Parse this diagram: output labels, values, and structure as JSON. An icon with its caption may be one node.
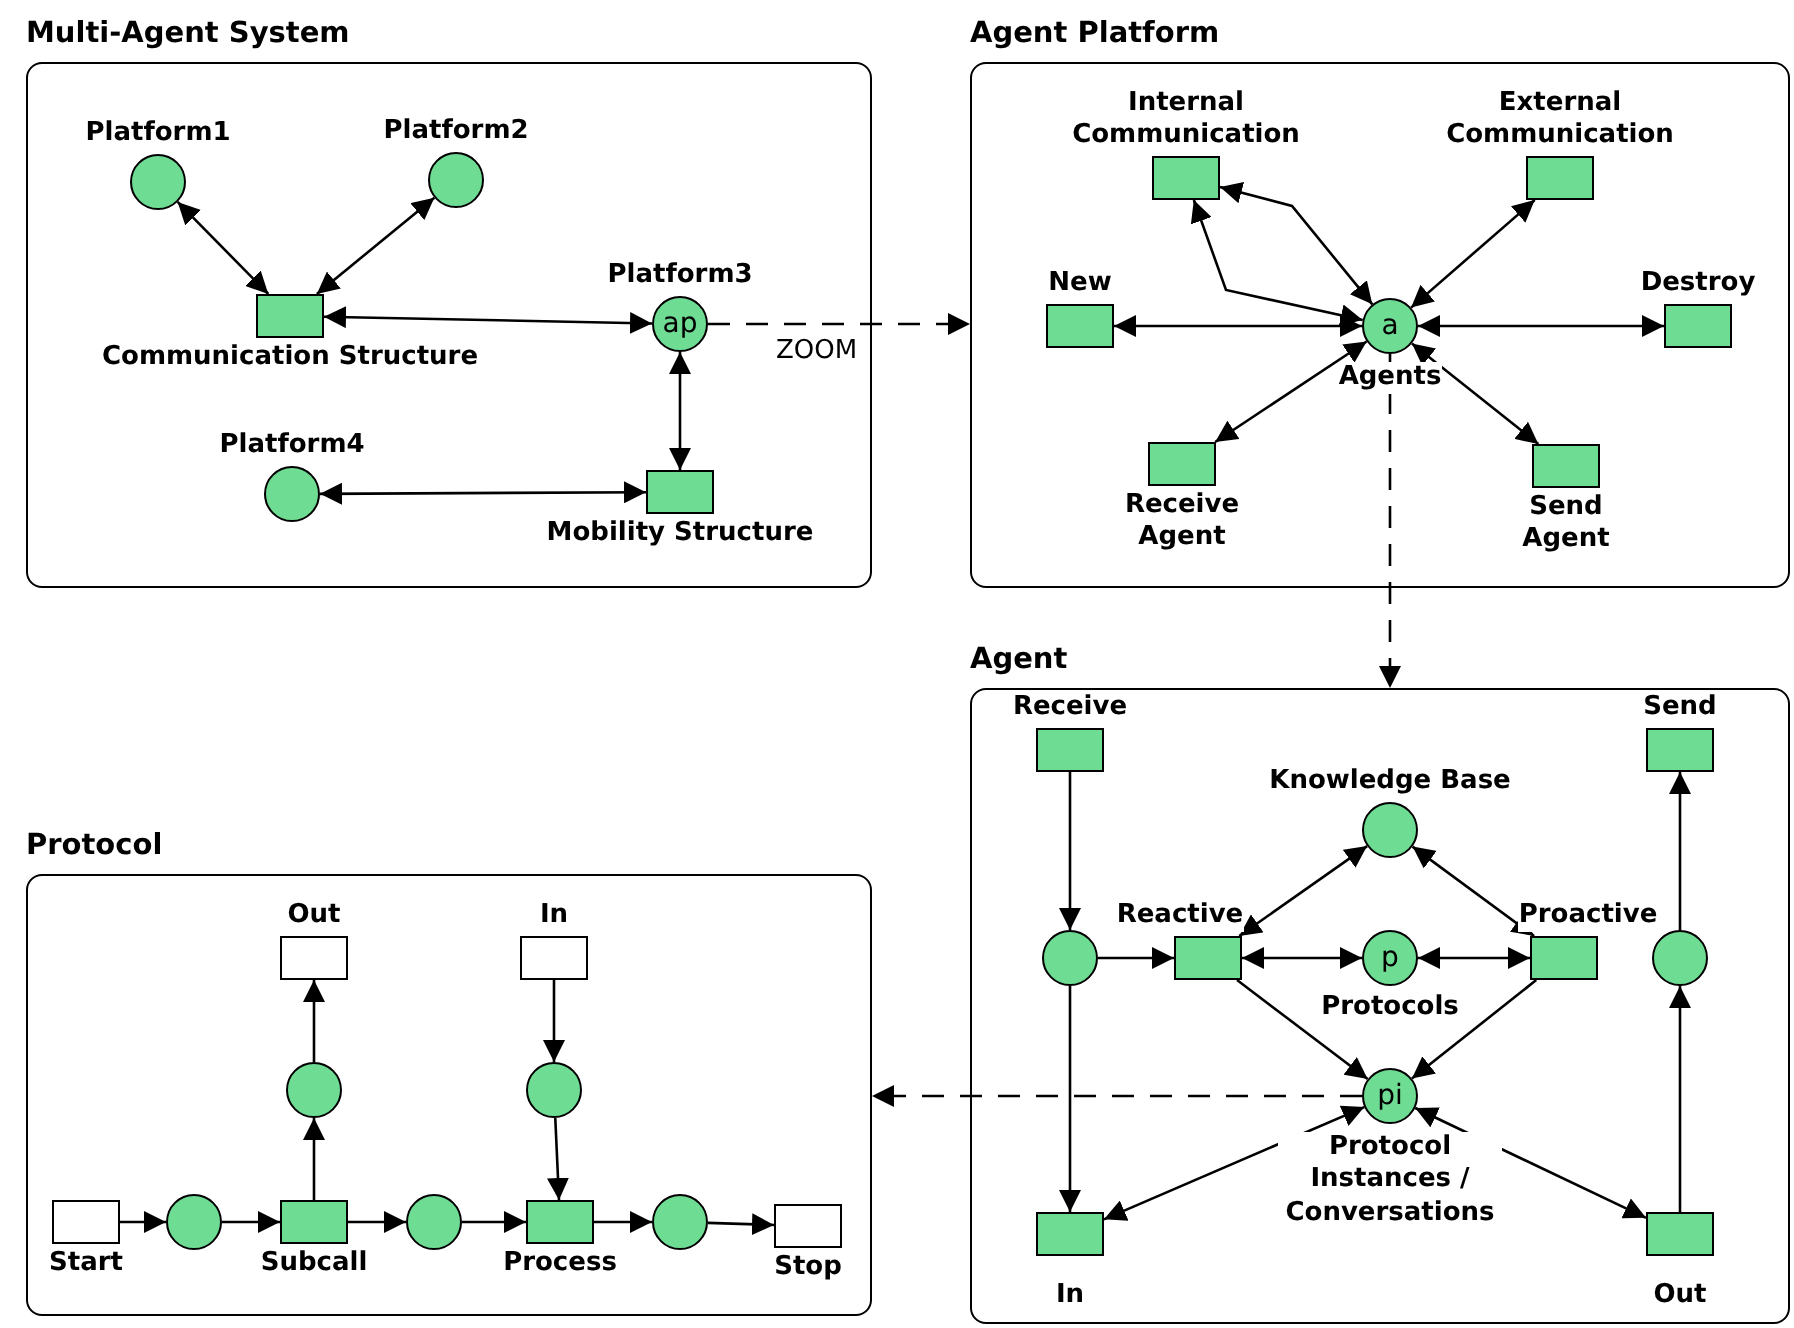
{
  "diagram": {
    "nodes": [
      {
        "text": [
          "Multi-Agent System"
        ]
      },
      {
        "text": [
          "Platform1"
        ],
        "in": 0
      },
      {
        "text": [
          "Platform2"
        ],
        "in": 0
      },
      {
        "text": [
          "Communication Structure"
        ],
        "in": 0
      },
      {
        "text": [
          "Platform3",
          "ap"
        ],
        "in": 0
      },
      {
        "text": [
          "Platform4"
        ],
        "in": 0
      },
      {
        "text": [
          "Mobility Structure"
        ],
        "in": 0
      },
      {
        "text": [
          "Agent Platform"
        ]
      },
      {
        "text": [
          "Internal Communication"
        ],
        "in": 7
      },
      {
        "text": [
          "External Communication"
        ],
        "in": 7
      },
      {
        "text": [
          "New"
        ],
        "in": 7
      },
      {
        "text": [
          "a",
          "Agents"
        ],
        "in": 7
      },
      {
        "text": [
          "Destroy"
        ],
        "in": 7
      },
      {
        "text": [
          "Receive Agent"
        ],
        "in": 7
      },
      {
        "text": [
          "Send Agent"
        ],
        "in": 7
      },
      {
        "text": [
          "Agent"
        ]
      },
      {
        "text": [
          "Receive"
        ],
        "in": 15
      },
      {
        "text": [],
        "in": 15,
        "shape": "circle"
      },
      {
        "text": [
          "Reactive"
        ],
        "in": 15
      },
      {
        "text": [
          "Knowledge Base"
        ],
        "in": 15
      },
      {
        "text": [
          "p",
          "Protocols"
        ],
        "in": 15
      },
      {
        "text": [
          "Proactive"
        ],
        "in": 15
      },
      {
        "text": [],
        "in": 15,
        "shape": "circle"
      },
      {
        "text": [
          "Send"
        ],
        "in": 15
      },
      {
        "text": [
          "pi",
          "Protocol Instances / Conversations"
        ],
        "in": 15
      },
      {
        "text": [
          "In"
        ],
        "in": 15
      },
      {
        "text": [
          "Out"
        ],
        "in": 15
      },
      {
        "text": [
          "Protocol"
        ]
      },
      {
        "text": [
          "Out"
        ],
        "in": 27
      },
      {
        "text": [
          "In"
        ],
        "in": 27
      },
      {
        "text": [],
        "in": 27,
        "shape": "circle"
      },
      {
        "text": [],
        "in": 27,
        "shape": "circle"
      },
      {
        "text": [
          "Start"
        ],
        "in": 27
      },
      {
        "text": [],
        "in": 27,
        "shape": "circle"
      },
      {
        "text": [
          "Subcall"
        ],
        "in": 27
      },
      {
        "text": [],
        "in": 27,
        "shape": "circle"
      },
      {
        "text": [
          "Process"
        ],
        "in": 27
      },
      {
        "text": [],
        "in": 27,
        "shape": "circle"
      },
      {
        "text": [
          "Stop"
        ],
        "in": 27
      }
    ],
    "edges": [
      {
        "from": 1,
        "to": 3,
        "arrow": "both"
      },
      {
        "from": 2,
        "to": 3,
        "arrow": "both"
      },
      {
        "from": 3,
        "to": 4,
        "arrow": "both"
      },
      {
        "from": 4,
        "to": 6,
        "arrow": "both"
      },
      {
        "from": 5,
        "to": 6,
        "arrow": "both"
      },
      {
        "from": 4,
        "to": 7,
        "arrow": "to",
        "style": "dashed",
        "label": "ZOOM"
      },
      {
        "from": 8,
        "to": 11,
        "arrow": "both"
      },
      {
        "from": 8,
        "to": 11,
        "arrow": "both"
      },
      {
        "from": 9,
        "to": 11,
        "arrow": "both"
      },
      {
        "from": 10,
        "to": 11,
        "arrow": "both"
      },
      {
        "from": 11,
        "to": 12,
        "arrow": "both"
      },
      {
        "from": 11,
        "to": 13,
        "arrow": "both"
      },
      {
        "from": 11,
        "to": 14,
        "arrow": "both"
      },
      {
        "from": 11,
        "to": 15,
        "arrow": "to",
        "style": "dashed"
      },
      {
        "from": 16,
        "to": 17,
        "arrow": "to"
      },
      {
        "from": 17,
        "to": 18,
        "arrow": "to"
      },
      {
        "from": 17,
        "to": 25,
        "arrow": "to"
      },
      {
        "from": 18,
        "to": 19,
        "arrow": "both"
      },
      {
        "from": 18,
        "to": 20,
        "arrow": "both"
      },
      {
        "from": 20,
        "to": 21,
        "arrow": "both"
      },
      {
        "from": 19,
        "to": 21,
        "arrow": "both"
      },
      {
        "from": 18,
        "to": 24,
        "arrow": "to"
      },
      {
        "from": 21,
        "to": 24,
        "arrow": "to"
      },
      {
        "from": 24,
        "to": 25,
        "arrow": "both"
      },
      {
        "from": 24,
        "to": 26,
        "arrow": "both"
      },
      {
        "from": 26,
        "to": 22,
        "arrow": "to"
      },
      {
        "from": 22,
        "to": 23,
        "arrow": "to"
      },
      {
        "from": 24,
        "to": 27,
        "arrow": "to",
        "style": "dashed"
      },
      {
        "from": 32,
        "to": 33,
        "arrow": "to"
      },
      {
        "from": 33,
        "to": 34,
        "arrow": "to"
      },
      {
        "from": 34,
        "to": 35,
        "arrow": "to"
      },
      {
        "from": 35,
        "to": 36,
        "arrow": "to"
      },
      {
        "from": 36,
        "to": 37,
        "arrow": "to"
      },
      {
        "from": 37,
        "to": 38,
        "arrow": "to"
      },
      {
        "from": 34,
        "to": 30,
        "arrow": "to"
      },
      {
        "from": 30,
        "to": 28,
        "arrow": "to"
      },
      {
        "from": 29,
        "to": 31,
        "arrow": "to"
      },
      {
        "from": 31,
        "to": 36,
        "arrow": "to"
      }
    ]
  }
}
